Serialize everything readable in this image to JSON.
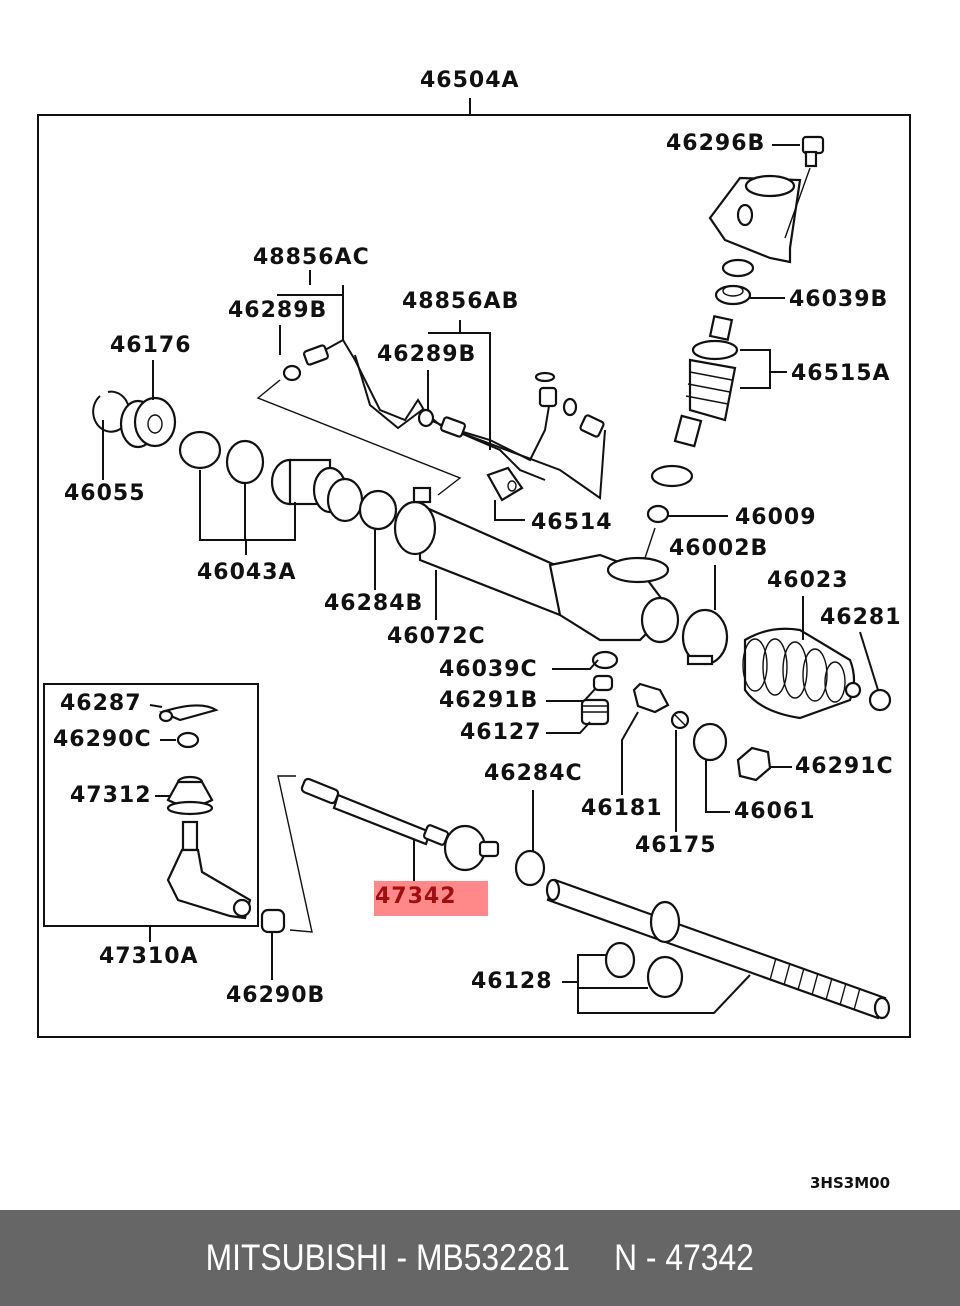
{
  "diagram": {
    "title": "46504A",
    "figure_code": "3HS3M00",
    "highlighted_part": "47342",
    "highlight_color": "#ff8888",
    "callouts": [
      {
        "id": "46504A"
      },
      {
        "id": "46296B"
      },
      {
        "id": "48856AC"
      },
      {
        "id": "46289B"
      },
      {
        "id": "48856AB"
      },
      {
        "id": "46289B"
      },
      {
        "id": "46039B"
      },
      {
        "id": "46176"
      },
      {
        "id": "46515A"
      },
      {
        "id": "46055"
      },
      {
        "id": "46514"
      },
      {
        "id": "46009"
      },
      {
        "id": "46043A"
      },
      {
        "id": "46002B"
      },
      {
        "id": "46023"
      },
      {
        "id": "46284B"
      },
      {
        "id": "46281"
      },
      {
        "id": "46072C"
      },
      {
        "id": "46039C"
      },
      {
        "id": "46287"
      },
      {
        "id": "46291B"
      },
      {
        "id": "46290C"
      },
      {
        "id": "46127"
      },
      {
        "id": "47312"
      },
      {
        "id": "46284C"
      },
      {
        "id": "46291C"
      },
      {
        "id": "46181"
      },
      {
        "id": "46061"
      },
      {
        "id": "46175"
      },
      {
        "id": "47342"
      },
      {
        "id": "47310A"
      },
      {
        "id": "46128"
      },
      {
        "id": "46290B"
      }
    ]
  },
  "footer": {
    "text": "MITSUBISHI - MB532281     N - 47342",
    "background": "#666666"
  }
}
